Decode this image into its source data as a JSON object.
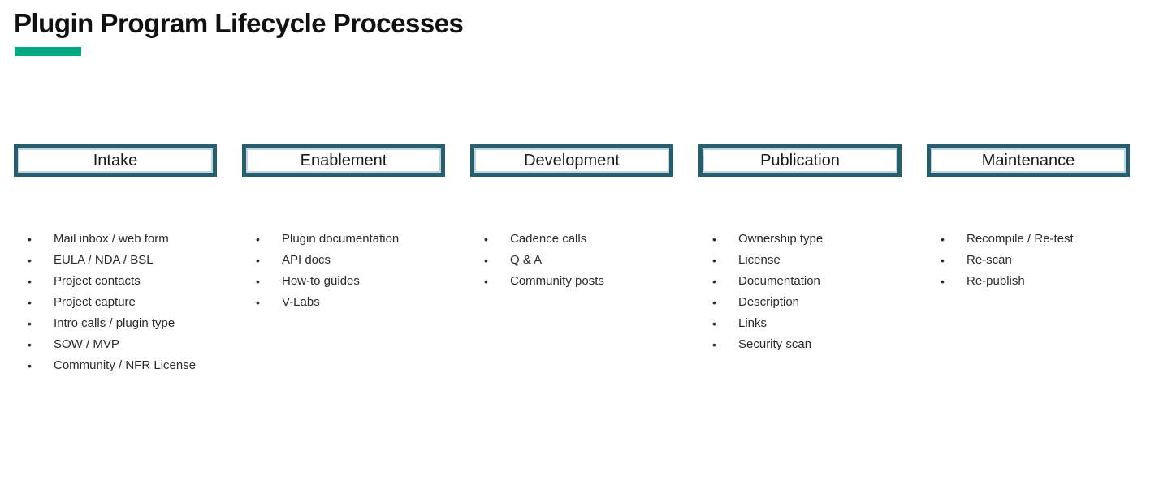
{
  "page": {
    "title": "Plugin Program Lifecycle Processes"
  },
  "colors": {
    "accent_green": "#01a982",
    "stage_border_teal": "#265e70",
    "stage_border_inner_light": "#c3d6db",
    "title_text": "#111111",
    "body_text": "#2b2b2b"
  },
  "icons": {
    "bullet": "•"
  },
  "columns": [
    {
      "header": "Intake",
      "items": [
        "Mail inbox / web form",
        "EULA / NDA / BSL",
        "Project contacts",
        "Project capture",
        "Intro calls / plugin type",
        "SOW / MVP",
        "Community / NFR License"
      ]
    },
    {
      "header": "Enablement",
      "items": [
        "Plugin documentation",
        "API docs",
        "How-to guides",
        "V-Labs"
      ]
    },
    {
      "header": "Development",
      "items": [
        "Cadence calls",
        "Q & A",
        "Community posts"
      ]
    },
    {
      "header": "Publication",
      "items": [
        "Ownership type",
        "License",
        "Documentation",
        "Description",
        "Links",
        "Security scan"
      ]
    },
    {
      "header": "Maintenance",
      "items": [
        "Recompile / Re-test",
        "Re-scan",
        "Re-publish"
      ]
    }
  ]
}
